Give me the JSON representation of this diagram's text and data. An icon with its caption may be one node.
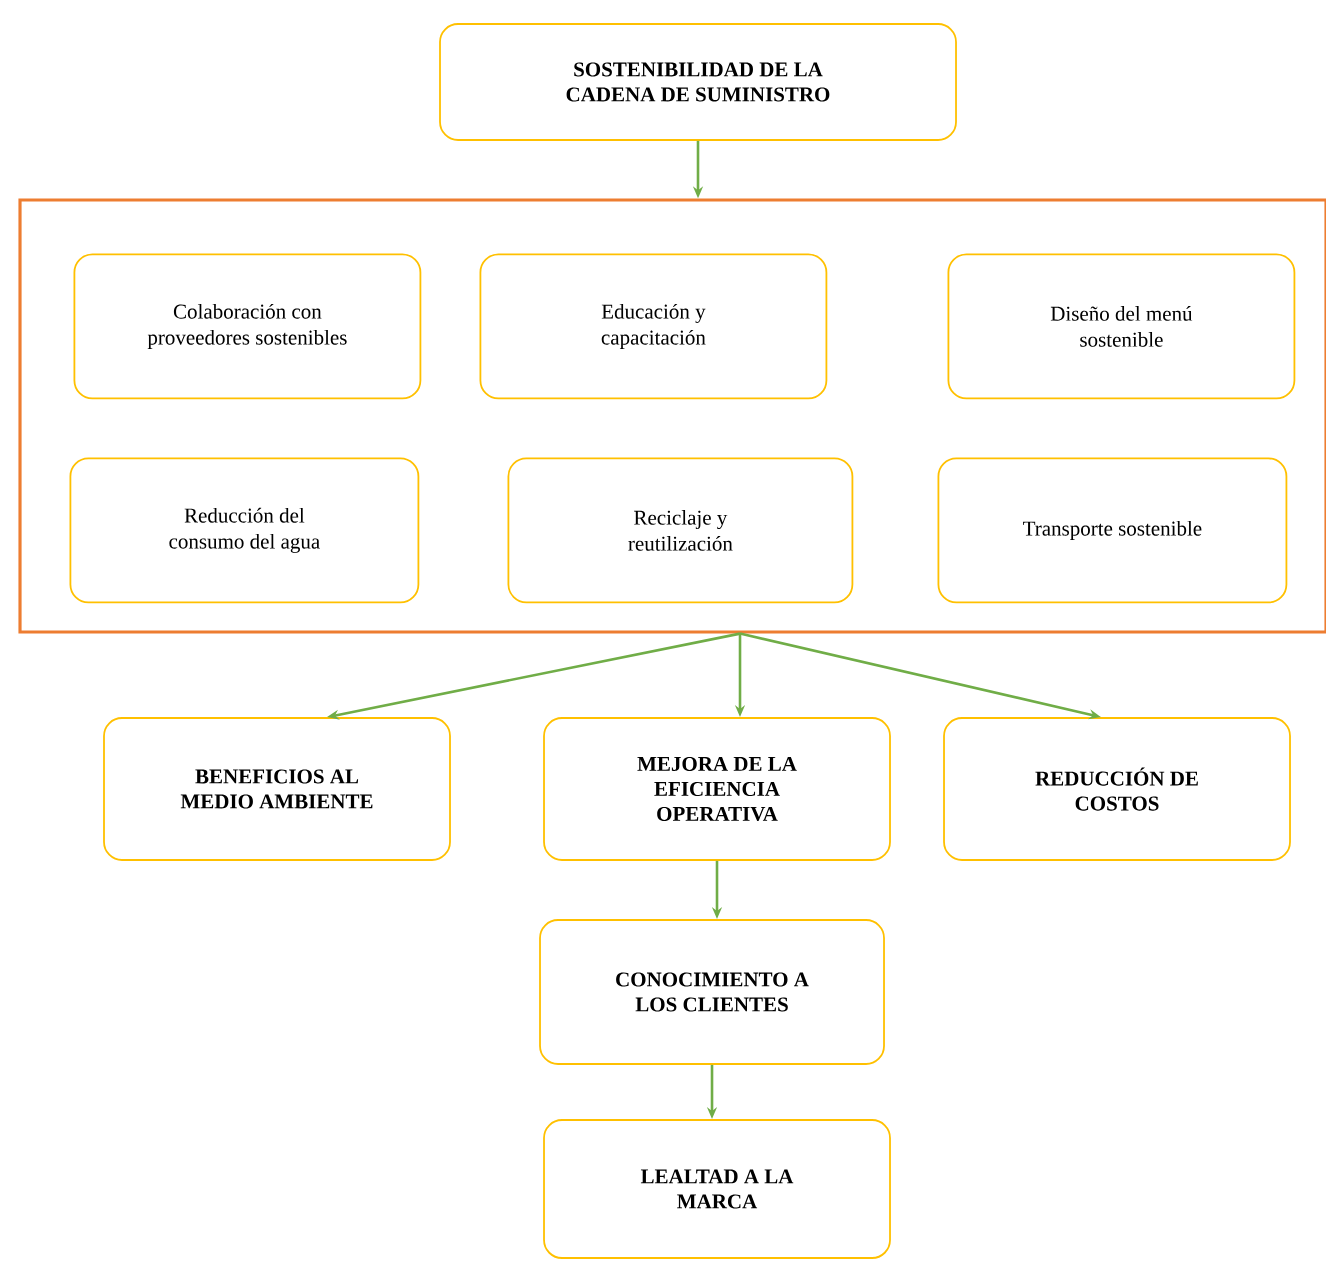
{
  "diagram": {
    "nodes": [
      {
        "text": [
          "SOSTENIBILIDAD DE LA CADENA DE SUMINISTRO"
        ]
      },
      {
        "text": [],
        "shape": "box"
      },
      {
        "text": [
          "Colaboración con proveedores sostenibles"
        ],
        "in": 1
      },
      {
        "text": [
          "Educación y capacitación"
        ],
        "in": 1
      },
      {
        "text": [
          "Diseño del menú sostenible"
        ],
        "in": 1
      },
      {
        "text": [
          "Reducción del consumo del agua"
        ],
        "in": 1
      },
      {
        "text": [
          "Reciclaje y reutilización"
        ],
        "in": 1
      },
      {
        "text": [
          "Transporte sostenible"
        ],
        "in": 1
      },
      {
        "text": [
          "BENEFICIOS AL MEDIO AMBIENTE"
        ]
      },
      {
        "text": [
          "MEJORA DE LA EFICIENCIA OPERATIVA"
        ]
      },
      {
        "text": [
          "REDUCCIÓN DE COSTOS"
        ]
      },
      {
        "text": [
          "CONOCIMIENTO A LOS CLIENTES"
        ]
      },
      {
        "text": [
          "LEALTAD A LA MARCA"
        ]
      }
    ],
    "edges": [
      {
        "from": 0,
        "to": 1,
        "arrow": "to"
      },
      {
        "from": 1,
        "to": 8,
        "arrow": "to"
      },
      {
        "from": 1,
        "to": 9,
        "arrow": "to"
      },
      {
        "from": 1,
        "to": 10,
        "arrow": "to"
      },
      {
        "from": 9,
        "to": 11,
        "arrow": "to"
      },
      {
        "from": 11,
        "to": 12,
        "arrow": "to"
      }
    ]
  }
}
